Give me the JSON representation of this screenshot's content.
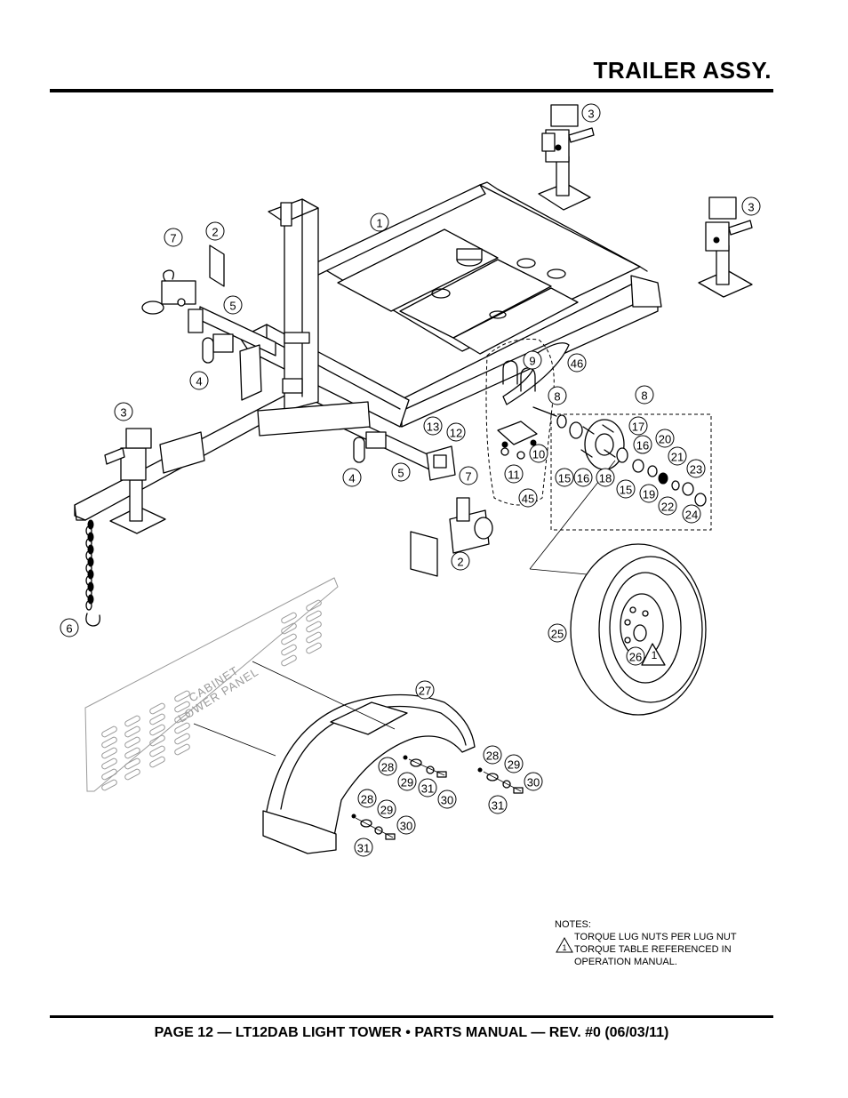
{
  "header": {
    "title": "TRAILER ASSY."
  },
  "footer": {
    "text": "PAGE 12 — LT12DAB LIGHT TOWER • PARTS MANUAL — REV. #0 (06/03/11)"
  },
  "panel": {
    "label_line1": "CABINET",
    "label_line2": "LOWER PANEL"
  },
  "notes": {
    "title": "NOTES:",
    "marker": "1",
    "lines": [
      "TORQUE LUG NUTS PER LUG NUT",
      "TORQUE TABLE REFERENCED IN",
      "OPERATION MANUAL."
    ]
  },
  "wheel_marker": "1",
  "callouts": [
    "1",
    "2",
    "2",
    "3",
    "3",
    "3",
    "4",
    "4",
    "5",
    "5",
    "6",
    "7",
    "7",
    "8",
    "8",
    "9",
    "10",
    "11",
    "12",
    "13",
    "15",
    "15",
    "16",
    "16",
    "17",
    "18",
    "19",
    "20",
    "21",
    "22",
    "23",
    "24",
    "25",
    "26",
    "27",
    "28",
    "28",
    "28",
    "29",
    "29",
    "29",
    "30",
    "30",
    "30",
    "31",
    "31",
    "31",
    "45",
    "46"
  ]
}
